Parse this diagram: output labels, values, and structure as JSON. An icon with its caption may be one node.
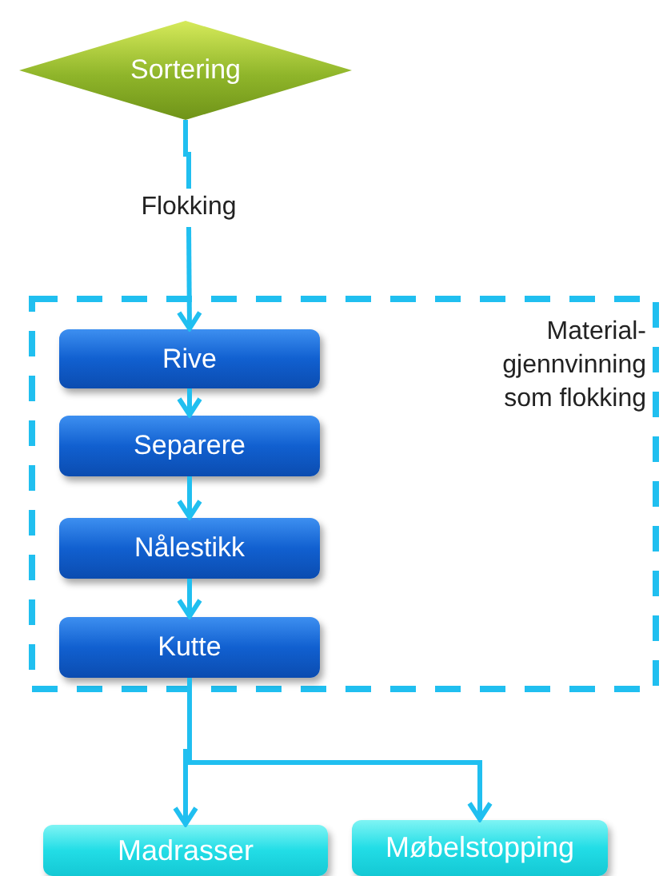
{
  "diagram": {
    "nodes": [
      {
        "text": [
          "Sortering"
        ]
      },
      {
        "text": [
          "Flokking"
        ]
      },
      {
        "text": [
          "Material- gjennvinning som flokking"
        ]
      },
      {
        "text": [
          "Rive"
        ],
        "in": 2
      },
      {
        "text": [
          "Separere"
        ],
        "in": 2
      },
      {
        "text": [
          "Nålestikk"
        ],
        "in": 2
      },
      {
        "text": [
          "Kutte"
        ],
        "in": 2
      },
      {
        "text": [
          "Madrasser"
        ]
      },
      {
        "text": [
          "Møbelstopping"
        ]
      }
    ],
    "edges": [
      {
        "from": 0,
        "to": 1,
        "arrow": "none"
      },
      {
        "from": 1,
        "to": 3,
        "arrow": "to"
      },
      {
        "from": 3,
        "to": 4,
        "arrow": "to"
      },
      {
        "from": 4,
        "to": 5,
        "arrow": "to"
      },
      {
        "from": 5,
        "to": 6,
        "arrow": "to"
      },
      {
        "from": 6,
        "to": 7,
        "arrow": "to"
      },
      {
        "from": 6,
        "to": 8,
        "arrow": "to"
      }
    ]
  }
}
